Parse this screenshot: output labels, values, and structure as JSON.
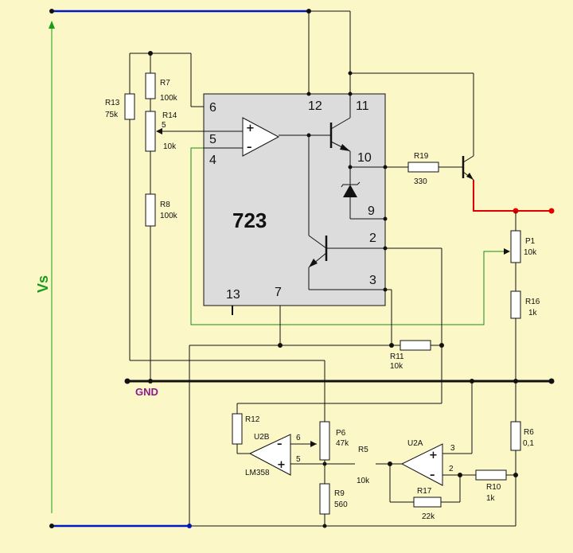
{
  "colors": {
    "background": "#fcf7c6",
    "supply_wire": "#0018c8",
    "ground_wire": "#111111",
    "feedback_wire": "#1a8c1a",
    "output_wire": "#e00000",
    "ic_body": "#dcdcdc",
    "gnd_label": "#8b1a8b",
    "vs_label": "#1a9c1a"
  },
  "labels": {
    "vs": "Vs",
    "gnd": "GND",
    "chip_723": "723",
    "op_amp_type": "LM358"
  },
  "ic_723": {
    "pins": [
      "6",
      "5",
      "4",
      "12",
      "11",
      "10",
      "9",
      "2",
      "3",
      "13",
      "7"
    ]
  },
  "opamps": {
    "u2b": {
      "name": "U2B",
      "pin_minus": "6",
      "pin_plus": "5"
    },
    "u2a": {
      "name": "U2A",
      "pin_plus": "3",
      "pin_minus": "2"
    },
    "icons": [
      "triangle-opamp-icon",
      "npn-transistor-icon",
      "zener-diode-icon"
    ]
  },
  "components": {
    "r7": {
      "name": "R7",
      "value": "100k"
    },
    "r13": {
      "name": "R13",
      "value": "75k"
    },
    "r14": {
      "name": "R14",
      "value": "10k",
      "wiper": "5"
    },
    "r8": {
      "name": "R8",
      "value": "100k"
    },
    "r19": {
      "name": "R19",
      "value": "330"
    },
    "p1": {
      "name": "P1",
      "value": "10k"
    },
    "r16": {
      "name": "R16",
      "value": "1k"
    },
    "r11": {
      "name": "R11",
      "value": "10k"
    },
    "r12": {
      "name": "R12"
    },
    "p6": {
      "name": "P6",
      "value": "47k"
    },
    "r9": {
      "name": "R9",
      "value": "560"
    },
    "r5": {
      "name": "R5",
      "value": "10k"
    },
    "r17": {
      "name": "R17",
      "value": "22k"
    },
    "r10": {
      "name": "R10",
      "value": "1k"
    },
    "r6": {
      "name": "R6",
      "value": "0,1"
    }
  }
}
